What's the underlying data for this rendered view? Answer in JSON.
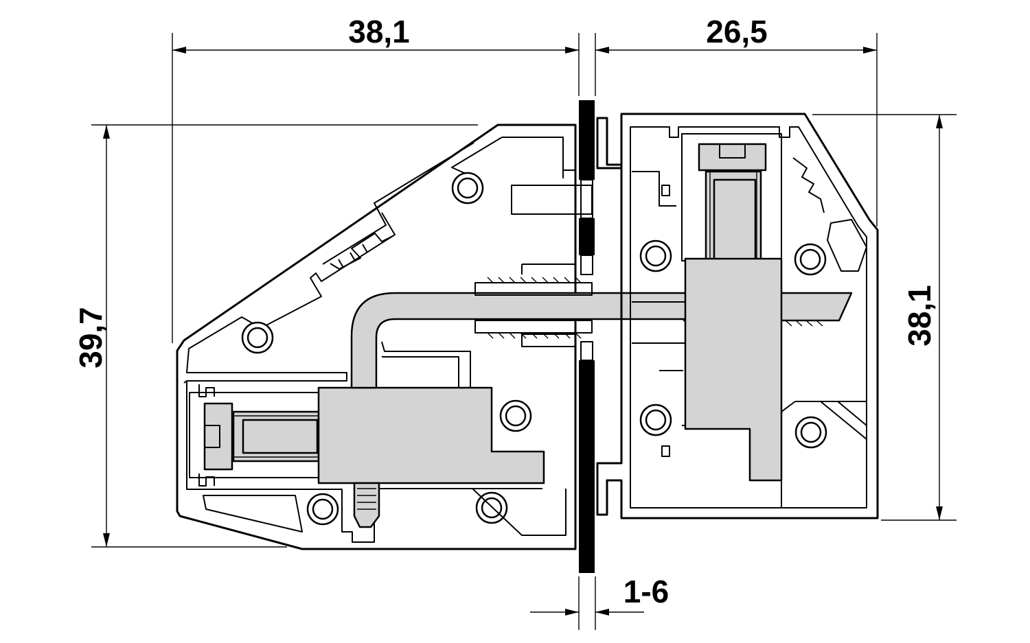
{
  "dimensions": {
    "top_left_width": "38,1",
    "top_right_width": "26,5",
    "left_height": "39,7",
    "right_height": "38,1",
    "panel_thickness": "1-6"
  },
  "colors": {
    "line": "#000000",
    "part_fill": "#d4d4d4",
    "background": "#ffffff"
  }
}
